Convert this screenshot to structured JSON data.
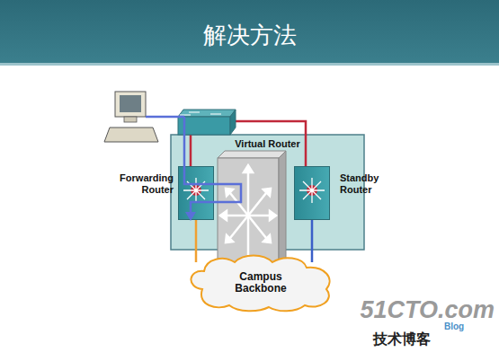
{
  "diagram": {
    "title": "解决方法",
    "nodes": [
      {
        "text": [
          "Virtual Router"
        ]
      },
      {
        "text": [
          "Forwarding Router"
        ],
        "in": 0
      },
      {
        "text": [
          "Standby Router"
        ],
        "in": 0
      },
      {
        "text": [
          "Campus Backbone"
        ]
      }
    ],
    "edges": [
      {
        "from": 1,
        "to": 3,
        "arrow": "none"
      },
      {
        "from": 2,
        "to": 3,
        "arrow": "none"
      }
    ],
    "labels": [
      "51CTO.com",
      "技术博客",
      "Blog"
    ]
  }
}
